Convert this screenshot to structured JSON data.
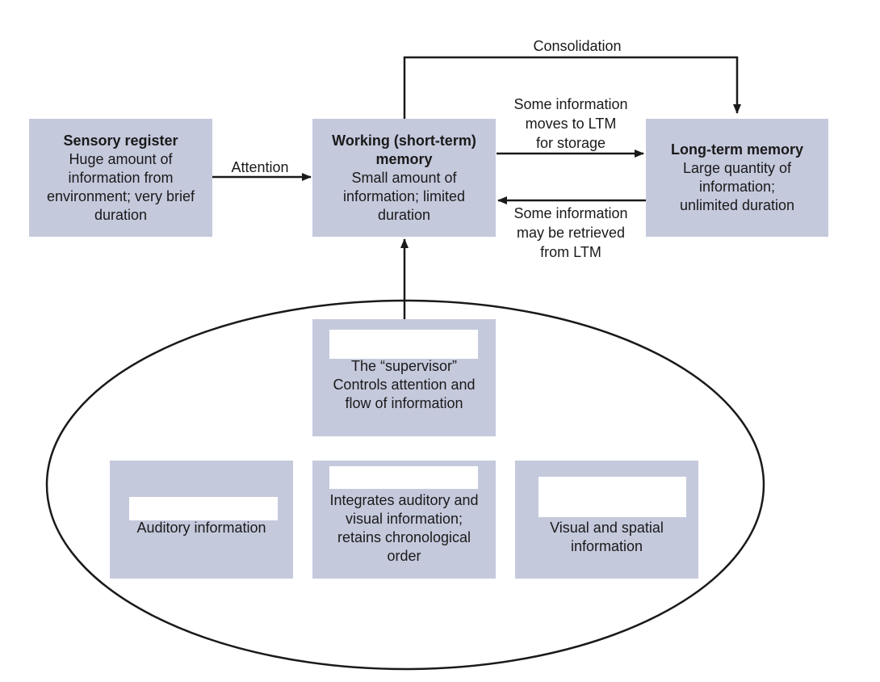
{
  "labels": {
    "consolidation": "Consolidation",
    "attention": "Attention",
    "to_ltm": "Some information\nmoves to LTM\nfor storage",
    "from_ltm": "Some information\nmay be retrieved\nfrom LTM"
  },
  "boxes": {
    "sensory": {
      "title": "Sensory register",
      "desc": "Huge amount of\ninformation from\nenvironment; very brief\nduration"
    },
    "working": {
      "title": "Working (short-term)\nmemory",
      "desc": "Small amount of\ninformation; limited\nduration"
    },
    "longterm": {
      "title": "Long-term memory",
      "desc": "Large quantity of\ninformation;\nunlimited duration"
    },
    "central": {
      "desc": "The “supervisor”\nControls attention and\nflow of information"
    },
    "phonological": {
      "desc": "Auditory information"
    },
    "buffer": {
      "desc": "Integrates auditory and\nvisual information;\nretains chronological\norder"
    },
    "visuospatial": {
      "desc": "Visual and spatial\ninformation"
    }
  },
  "colors": {
    "box_fill": "#c5c9dc",
    "line": "#1a1a1a",
    "background": "#ffffff"
  }
}
